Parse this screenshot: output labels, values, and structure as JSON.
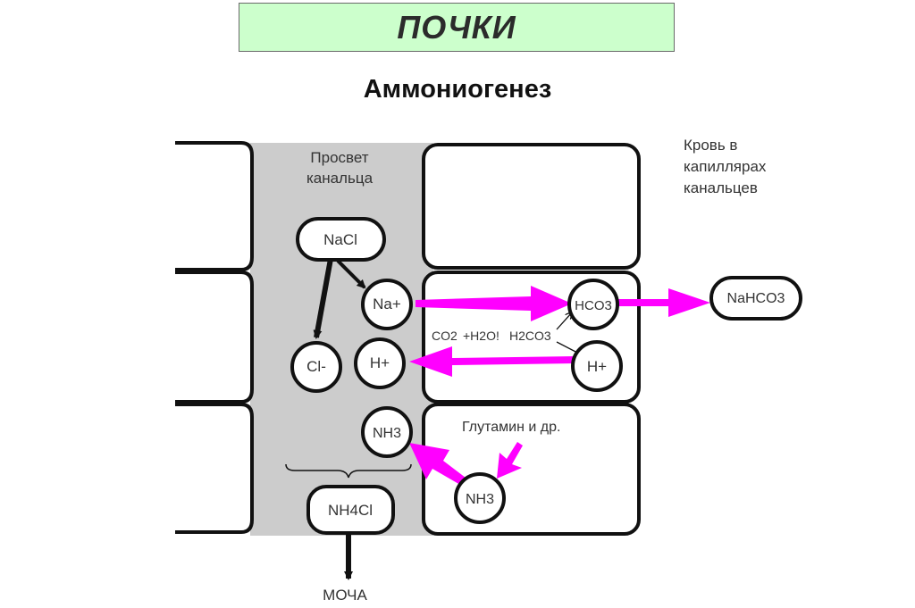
{
  "header": {
    "title": "ПОЧКИ",
    "subtitle": "Аммониогенез"
  },
  "labels": {
    "lumen_line1": "Просвет",
    "lumen_line2": "канальца",
    "blood_line1": "Кровь в",
    "blood_line2": "капиллярах",
    "blood_line3": "канальцев",
    "glutamine": "Глутамин и др.",
    "urine": "МОЧА"
  },
  "molecules": {
    "nacl": "NaCl",
    "na_plus": "Na+",
    "cl_minus": "Cl-",
    "h_plus_lumen": "H+",
    "nh3_lumen": "NH3",
    "nh4cl": "NH4Cl",
    "hco3": "HCO3",
    "nahco3": "NaHCO3",
    "h_plus_cell": "H+",
    "nh3_cell": "NH3"
  },
  "reaction": {
    "co2": "CO2",
    "h2o": "+H2O!",
    "h2co3": "H2CO3"
  },
  "colors": {
    "title_bg": "#ccffcc",
    "lumen_bg": "#cccccc",
    "arrow_magenta": "#ff00ff",
    "outline": "#111111"
  }
}
